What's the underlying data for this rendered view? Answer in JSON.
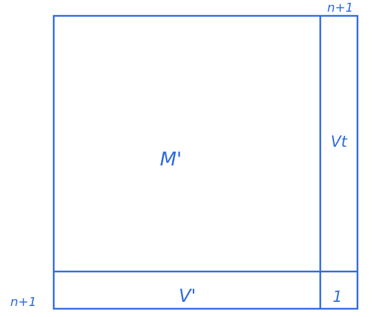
{
  "colors": {
    "stroke": "#2f6bdc",
    "background": "#ffffff"
  },
  "labels": {
    "main_block": "M'",
    "right_column": "Vt",
    "bottom_row": "V'",
    "corner_cell": "1",
    "top_dimension": "n+1",
    "left_dimension": "n+1"
  }
}
